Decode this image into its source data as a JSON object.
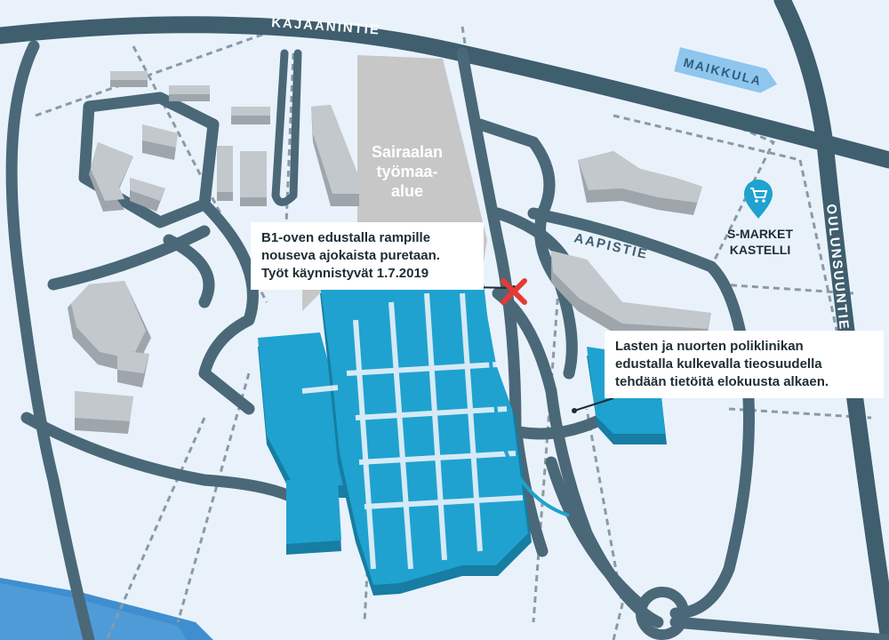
{
  "roads": {
    "kajaanintie": "KAJAANINTIE",
    "maikkula": "MAIKKULA",
    "aapistie": "AAPISTIE",
    "oulunsuuntie": "OULUNSUUNTIE"
  },
  "construction_site": {
    "line1": "Sairaalan",
    "line2": "työmaa-",
    "line3": "alue"
  },
  "poi": {
    "line1": "S-MARKET",
    "line2": "KASTELLI",
    "icon": "shopping-cart-pin-icon",
    "color": "#1fa2cf"
  },
  "callout_b1": {
    "line1": "B1-oven edustalla rampille",
    "line2": "nouseva ajokaista puretaan.",
    "line3": "Työt käynnistyvät 1.7.2019"
  },
  "callout_clinic": {
    "line1": "Lasten ja nuorten poliklinikan",
    "line2": "edustalla kulkevalla tieosuudella",
    "line3": "tehdään tietöitä elokuusta alkaen."
  },
  "marker": {
    "icon": "red-x-closure-icon",
    "color": "#e53935"
  },
  "colors": {
    "background": "#e9f2fb",
    "road": "#4a6878",
    "hospital": "#1fa2cf",
    "building": "#c3c8cc",
    "site": "#c7c7c7",
    "water": "#3f8fd0"
  }
}
